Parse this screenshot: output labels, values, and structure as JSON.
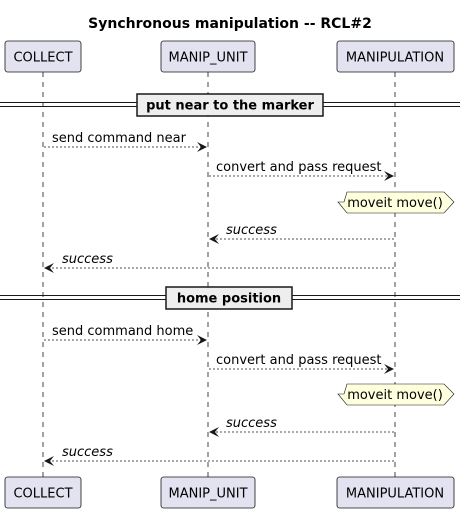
{
  "title": "Synchronous manipulation -- RCL#2",
  "participants": [
    {
      "id": "collect",
      "label": "COLLECT"
    },
    {
      "id": "manip_unit",
      "label": "MANIP_UNIT"
    },
    {
      "id": "manipulation",
      "label": "MANIPULATION"
    }
  ],
  "dividers": [
    {
      "label": "put near to the marker"
    },
    {
      "label": "home position"
    }
  ],
  "messages": [
    {
      "from": "collect",
      "to": "manip_unit",
      "label": "send command near",
      "italic": false
    },
    {
      "from": "manip_unit",
      "to": "manipulation",
      "label": "convert and pass request",
      "italic": false
    },
    {
      "from": "manipulation",
      "to": "manip_unit",
      "label": "success",
      "italic": true
    },
    {
      "from": "manipulation",
      "to": "collect",
      "label": "success",
      "italic": true
    },
    {
      "from": "collect",
      "to": "manip_unit",
      "label": "send command home",
      "italic": false
    },
    {
      "from": "manip_unit",
      "to": "manipulation",
      "label": "convert and pass request",
      "italic": false
    },
    {
      "from": "manipulation",
      "to": "manip_unit",
      "label": "success",
      "italic": true
    },
    {
      "from": "manipulation",
      "to": "collect",
      "label": "success",
      "italic": true
    }
  ],
  "notes": [
    {
      "over": "manipulation",
      "label": "moveit move()"
    },
    {
      "over": "manipulation",
      "label": "moveit move()"
    }
  ],
  "colors": {
    "participant_fill": "#E2E2F0",
    "participant_border": "#181818",
    "divider_fill": "#EEEEEE",
    "note_fill": "#FEFFDD",
    "line": "#181818"
  }
}
